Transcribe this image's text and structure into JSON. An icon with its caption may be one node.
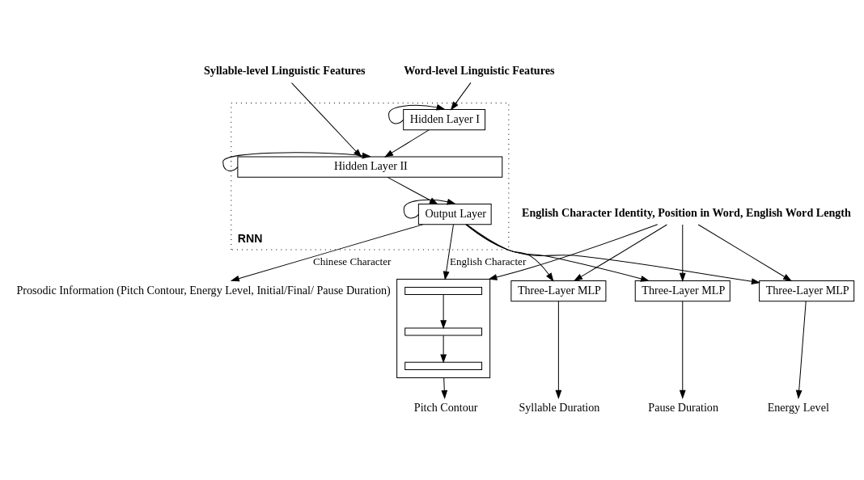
{
  "diagram": {
    "nodes": [
      {
        "text": [
          "Syllable-level Linguistic Features"
        ]
      },
      {
        "text": [
          "Word-level Linguistic Features"
        ]
      },
      {
        "text": [
          "RNN"
        ]
      },
      {
        "text": [
          "Hidden Layer I"
        ],
        "in": 2
      },
      {
        "text": [
          "Hidden Layer II"
        ],
        "in": 2
      },
      {
        "text": [
          "Output Layer"
        ],
        "in": 2
      },
      {
        "text": [
          "Prosodic Information (Pitch Contour, Energy Level, Initial/Final/ Pause Duration)"
        ]
      },
      {
        "text": [
          "English Character Identity, Position in Word, English Word Length"
        ]
      },
      {
        "text": [],
        "shape": "box"
      },
      {
        "text": [],
        "shape": "bar",
        "in": 8
      },
      {
        "text": [],
        "shape": "bar",
        "in": 8
      },
      {
        "text": [],
        "shape": "bar",
        "in": 8
      },
      {
        "text": [
          "Three-Layer MLP"
        ]
      },
      {
        "text": [
          "Three-Layer MLP"
        ]
      },
      {
        "text": [
          "Three-Layer MLP"
        ]
      },
      {
        "text": [
          "Pitch Contour"
        ]
      },
      {
        "text": [
          "Syllable Duration"
        ]
      },
      {
        "text": [
          "Pause Duration"
        ]
      },
      {
        "text": [
          "Energy Level"
        ]
      }
    ],
    "edges": [
      {
        "from": 1,
        "to": 3,
        "arrow": "to"
      },
      {
        "from": 3,
        "to": 3,
        "arrow": "to"
      },
      {
        "from": 0,
        "to": 4,
        "arrow": "to"
      },
      {
        "from": 3,
        "to": 4,
        "arrow": "to"
      },
      {
        "from": 4,
        "to": 4,
        "arrow": "to"
      },
      {
        "from": 4,
        "to": 5,
        "arrow": "to"
      },
      {
        "from": 5,
        "to": 5,
        "arrow": "to"
      },
      {
        "from": 5,
        "to": 6,
        "arrow": "to",
        "label": "Chinese Character"
      },
      {
        "from": 5,
        "to": 8,
        "arrow": "to",
        "label": "English Character"
      },
      {
        "from": 5,
        "to": 12,
        "arrow": "to"
      },
      {
        "from": 5,
        "to": 13,
        "arrow": "to"
      },
      {
        "from": 5,
        "to": 14,
        "arrow": "to"
      },
      {
        "from": 7,
        "to": 8,
        "arrow": "to"
      },
      {
        "from": 7,
        "to": 12,
        "arrow": "to"
      },
      {
        "from": 7,
        "to": 13,
        "arrow": "to"
      },
      {
        "from": 7,
        "to": 14,
        "arrow": "to"
      },
      {
        "from": 9,
        "to": 10,
        "arrow": "to"
      },
      {
        "from": 10,
        "to": 11,
        "arrow": "to"
      },
      {
        "from": 8,
        "to": 15,
        "arrow": "to"
      },
      {
        "from": 12,
        "to": 16,
        "arrow": "to"
      },
      {
        "from": 13,
        "to": 17,
        "arrow": "to"
      },
      {
        "from": 14,
        "to": 18,
        "arrow": "to"
      }
    ]
  }
}
